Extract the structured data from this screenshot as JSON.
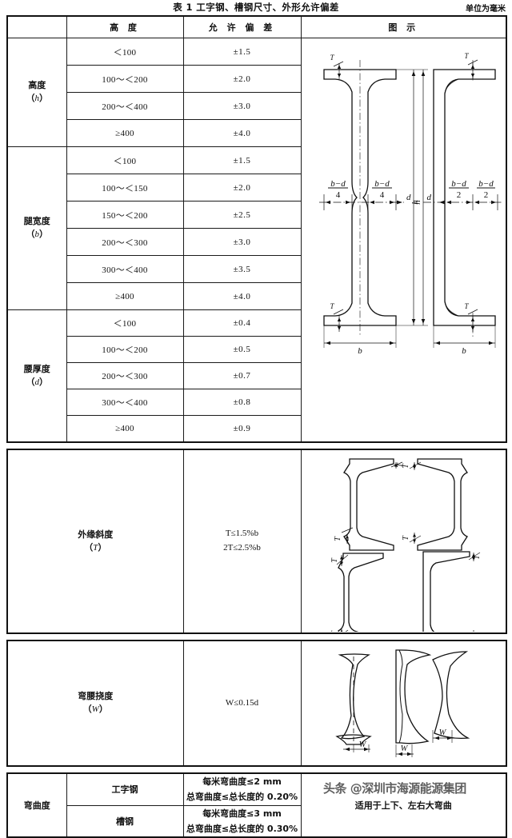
{
  "document": {
    "title": "表 1   工字钢、槽钢尺寸、外形允许偏差",
    "unit_note": "单位为毫米",
    "watermark": "头条 @深圳市海源能源集团"
  },
  "table_main": {
    "headers": {
      "item": "",
      "dimension": "高      度",
      "tolerance": "允 许 偏 差",
      "figure": "图      示"
    },
    "groups": [
      {
        "label_cn": "高度",
        "label_sym": "（h）",
        "rows": [
          {
            "range": "＜100",
            "tol": "±1.5"
          },
          {
            "range": "100～＜200",
            "tol": "±2.0"
          },
          {
            "range": "200～＜400",
            "tol": "±3.0"
          },
          {
            "range": "≥400",
            "tol": "±4.0"
          }
        ]
      },
      {
        "label_cn": "腿宽度",
        "label_sym": "（b）",
        "rows": [
          {
            "range": "＜100",
            "tol": "±1.5"
          },
          {
            "range": "100～＜150",
            "tol": "±2.0"
          },
          {
            "range": "150～＜200",
            "tol": "±2.5"
          },
          {
            "range": "200～＜300",
            "tol": "±3.0"
          },
          {
            "range": "300～＜400",
            "tol": "±3.5"
          },
          {
            "range": "≥400",
            "tol": "±4.0"
          }
        ]
      },
      {
        "label_cn": "腰厚度",
        "label_sym": "（d）",
        "rows": [
          {
            "range": "＜100",
            "tol": "±0.4"
          },
          {
            "range": "100～＜200",
            "tol": "±0.5"
          },
          {
            "range": "200～＜300",
            "tol": "±0.7"
          },
          {
            "range": "300～＜400",
            "tol": "±0.8"
          },
          {
            "range": "≥400",
            "tol": "±0.9"
          }
        ]
      }
    ],
    "figure_labels": {
      "i_beam": [
        "b−d",
        "4",
        "b−d",
        "4",
        "d",
        "h",
        "b",
        "T"
      ],
      "channel": [
        "b−d",
        "2",
        "b−d",
        "2",
        "d",
        "h",
        "b",
        "T"
      ]
    }
  },
  "table_slope": {
    "label_cn": "外缘斜度",
    "label_sym": "（T）",
    "formula_line1": "T≤1.5%b",
    "formula_line2": "2T≤2.5%b",
    "figure_label": "T"
  },
  "table_web": {
    "label_cn": "弯腰挠度",
    "label_sym": "（W）",
    "formula": "W≤0.15d",
    "figure_label": "W"
  },
  "table_bend": {
    "label_cn": "弯曲度",
    "rows": [
      {
        "type": "工字钢",
        "line1": "每米弯曲度≤2 mm",
        "line2": "总弯曲度≤总长度的 0.20%"
      },
      {
        "type": "槽钢",
        "line1": "每米弯曲度≤3 mm",
        "line2": "总弯曲度≤总长度的 0.30%"
      }
    ],
    "note": "适用于上下、左右大弯曲"
  }
}
